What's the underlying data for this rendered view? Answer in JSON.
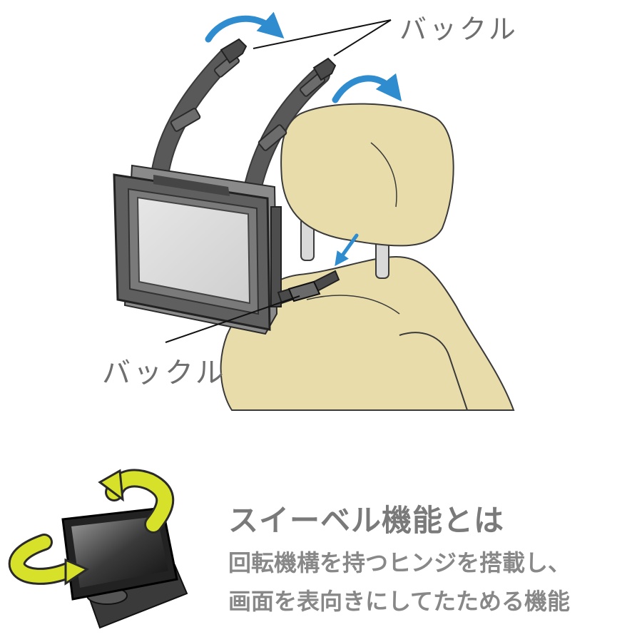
{
  "labels": {
    "buckle_top": "バックル",
    "buckle_bottom": "バックル"
  },
  "swivel": {
    "title": "スイーベル機能とは",
    "line1": "回転機構を持つヒンジを搭載し、",
    "line2": "画面を表向きにしてたためる機能"
  },
  "colors": {
    "seat": "#e8dcaa",
    "strap": "#575757",
    "arrow_blue": "#2e8ccf",
    "arrow_yellow": "#d7e12a",
    "text_gray": "#7a7a7a"
  }
}
